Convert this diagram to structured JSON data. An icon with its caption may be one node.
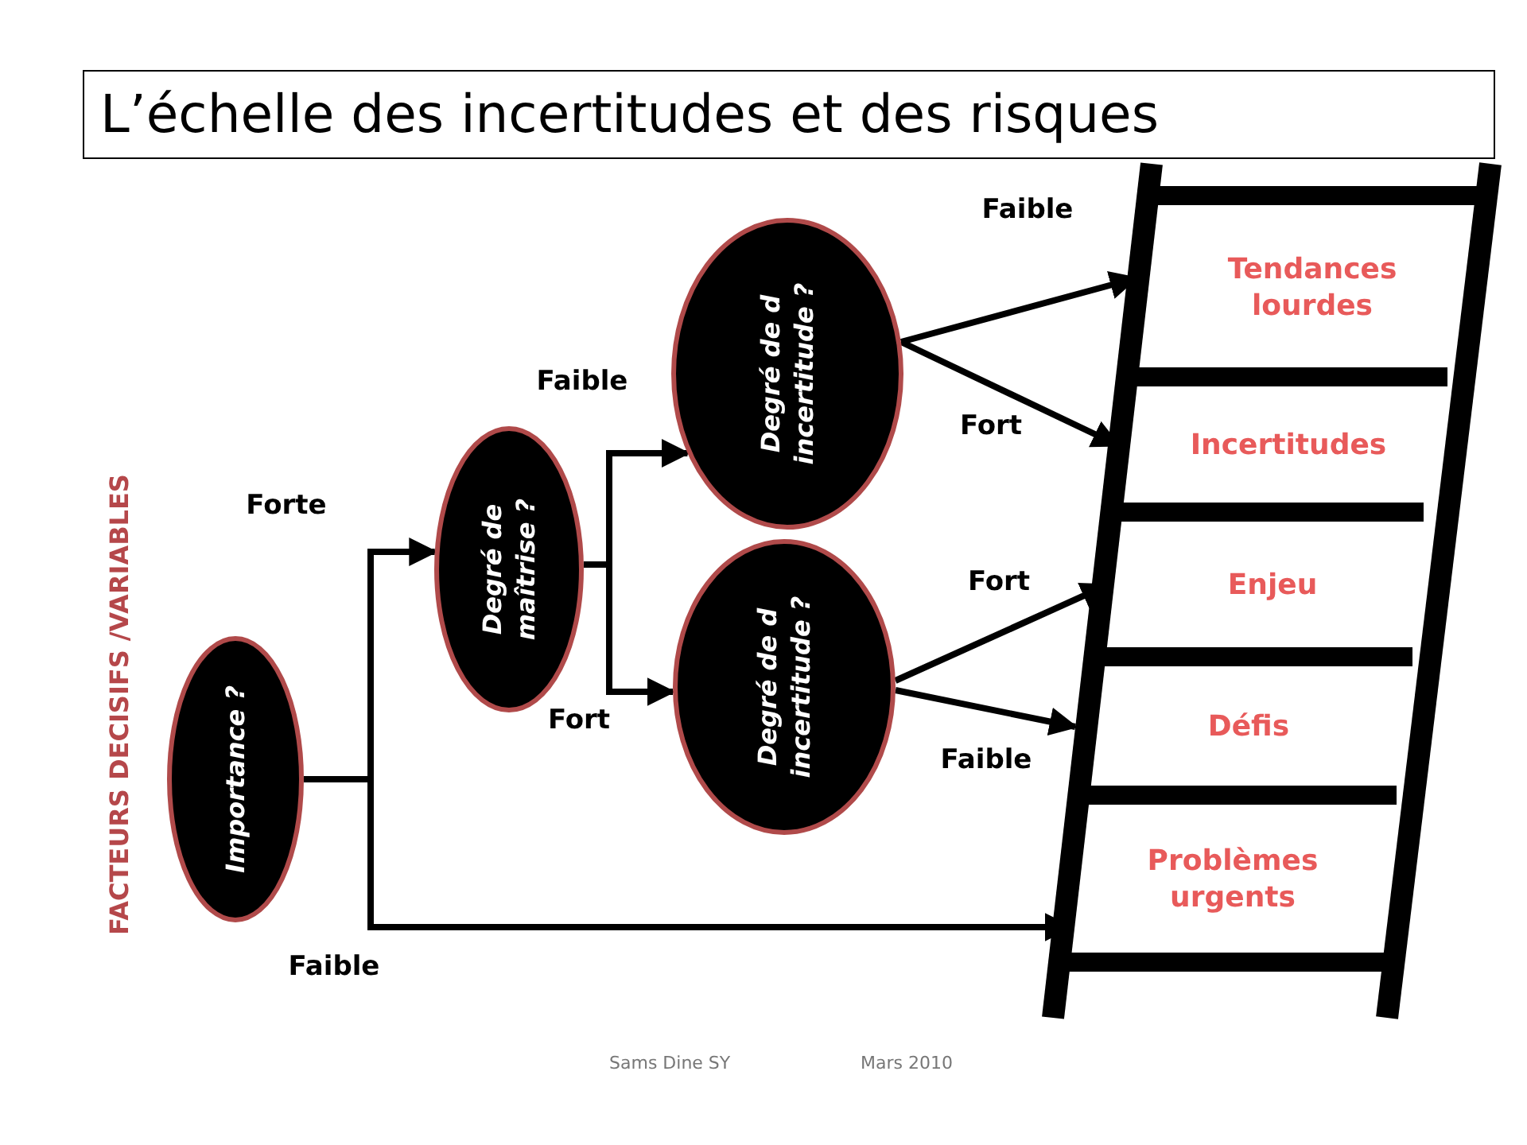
{
  "diagram": {
    "title": "L’échelle des incertitudes et des risques",
    "nodes": [
      {
        "text": [
          "Importance ?"
        ]
      },
      {
        "text": [
          "Degré de maîtrise ?"
        ]
      },
      {
        "text": [
          "Degré de d incertitude ?"
        ]
      },
      {
        "text": [
          "Degré de d incertitude ?"
        ]
      },
      {
        "text": [
          "Tendances lourdes"
        ]
      },
      {
        "text": [
          "Incertitudes"
        ]
      },
      {
        "text": [
          "Enjeu"
        ]
      },
      {
        "text": [
          "Défis"
        ]
      },
      {
        "text": [
          "Problèmes urgents"
        ]
      }
    ],
    "edges": [
      {
        "from": 0,
        "to": 1,
        "arrow": "to",
        "label": "Forte"
      },
      {
        "from": 0,
        "to": 8,
        "arrow": "to",
        "label": "Faible"
      },
      {
        "from": 1,
        "to": 2,
        "arrow": "to",
        "label": "Faible"
      },
      {
        "from": 1,
        "to": 3,
        "arrow": "to",
        "label": "Fort"
      },
      {
        "from": 2,
        "to": 4,
        "arrow": "to",
        "label": "Faible"
      },
      {
        "from": 2,
        "to": 5,
        "arrow": "to",
        "label": "Fort"
      },
      {
        "from": 3,
        "to": 6,
        "arrow": "to",
        "label": "Fort"
      },
      {
        "from": 3,
        "to": 7,
        "arrow": "to",
        "label": "Faible"
      }
    ],
    "labels": [
      "FACTEURS DECISIFS /VARIABLES",
      "Sams Dine SY",
      "Mars 2010"
    ]
  }
}
